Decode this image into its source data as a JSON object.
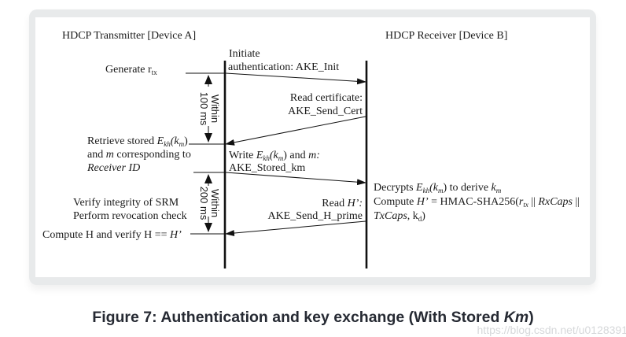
{
  "diagram": {
    "type": "sequence",
    "participants": [
      {
        "id": "tx",
        "label": "HDCP Transmitter [Device A]"
      },
      {
        "id": "rx",
        "label": "HDCP Receiver [Device B]"
      }
    ],
    "transmitter_notes": {
      "generate": "Generate r",
      "generate_sub": "tx",
      "retrieve_line1_a": "Retrieve stored ",
      "retrieve_line1_E": "E",
      "retrieve_line1_Esub": "kh",
      "retrieve_line1_k": "(k",
      "retrieve_line1_ksub": "m",
      "retrieve_line1_close": ")",
      "retrieve_line2_a": "and ",
      "retrieve_line2_m": "m",
      "retrieve_line2_b": " corresponding to",
      "retrieve_line3": "Receiver ID",
      "verify_srm": "Verify integrity of SRM",
      "revocation": "Perform revocation check",
      "compute_h_a": "Compute H and verify H == ",
      "compute_h_b": "H’"
    },
    "messages": [
      {
        "from": "tx",
        "to": "rx",
        "label_line1": "Initiate",
        "label_line2": "authentication: AKE_Init"
      },
      {
        "from": "rx",
        "to": "tx",
        "label_line1": "Read certificate:",
        "label_line2": "AKE_Send_Cert"
      },
      {
        "from": "tx",
        "to": "rx",
        "label_line1_a": "Write ",
        "label_line1_E": "E",
        "label_line1_Esub": "kh",
        "label_line1_k": "(k",
        "label_line1_ksub": "m",
        "label_line1_b": ") and ",
        "label_line1_m": "m:",
        "label_line2": "AKE_Stored_km"
      },
      {
        "from": "rx",
        "to": "tx",
        "label_line1_a": "Read ",
        "label_line1_h": "H’:",
        "label_line2": "AKE_Send_H_prime"
      }
    ],
    "timing_constraints": [
      {
        "label_line1": "Within",
        "label_line2": "100 ms"
      },
      {
        "label_line1": "Within",
        "label_line2": "200 ms"
      }
    ],
    "receiver_notes": {
      "decrypt_a": "Decrypts ",
      "decrypt_E": "E",
      "decrypt_Esub": "kh",
      "decrypt_k": "(k",
      "decrypt_ksub": "m",
      "decrypt_b": ") to derive ",
      "decrypt_k2": "k",
      "decrypt_k2sub": "m",
      "compute_a": "Compute ",
      "compute_h": "H’",
      "compute_b": " = HMAC-SHA256(",
      "compute_r": "r",
      "compute_rsub": "tx",
      "compute_c": " || ",
      "compute_rx": "RxCaps",
      "compute_d": " ||",
      "compute_line2_tx": "TxCaps",
      "compute_line2_a": ", k",
      "compute_line2_sub": "d",
      "compute_line2_b": ")"
    }
  },
  "caption": {
    "prefix": "Figure 7: Authentication and key exchange (With Stored ",
    "italic": "Km",
    "suffix": ")"
  },
  "watermark": "https://blog.csdn.net/u0128391"
}
